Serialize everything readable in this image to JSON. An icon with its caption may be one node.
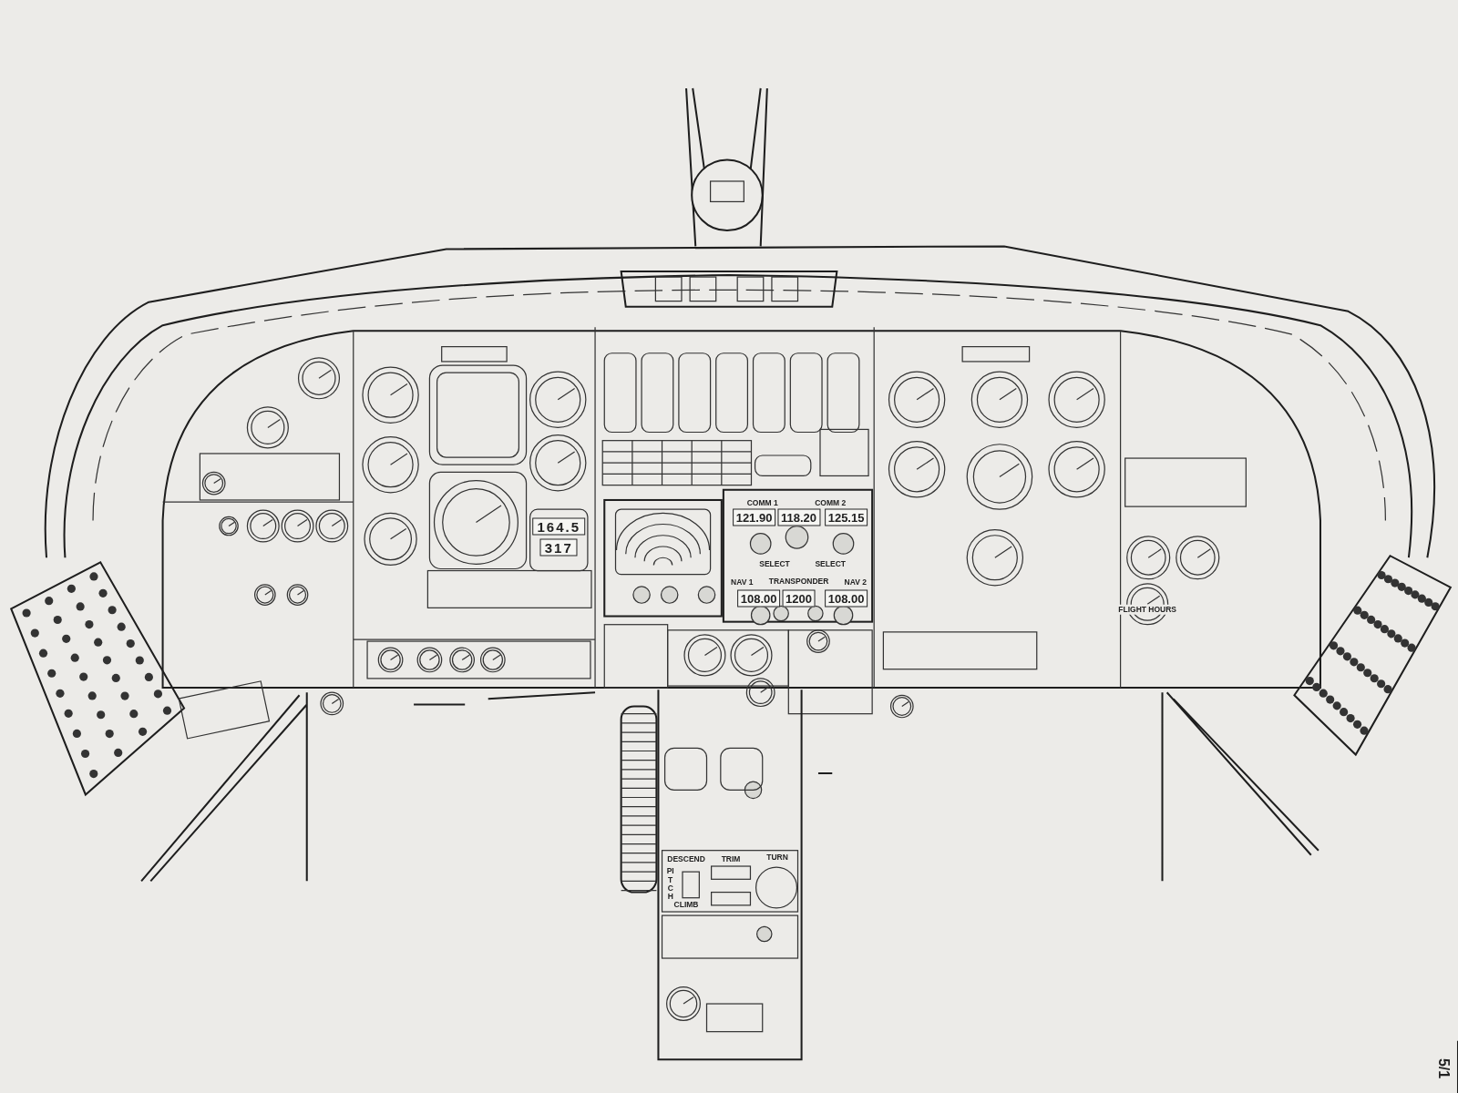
{
  "diagram": {
    "labels": [
      "COMM 1",
      "COMM 2",
      "121.90",
      "118.20",
      "125.15",
      "SELECT",
      "SELECT",
      "NAV 1",
      "TRANSPONDER",
      "NAV 2",
      "108.00",
      "1200",
      "108.00",
      "164.5",
      "317",
      "FLIGHT HOURS",
      "DESCEND",
      "TRIM",
      "TURN",
      "PITCH",
      "CLIMB",
      "5/1"
    ]
  }
}
